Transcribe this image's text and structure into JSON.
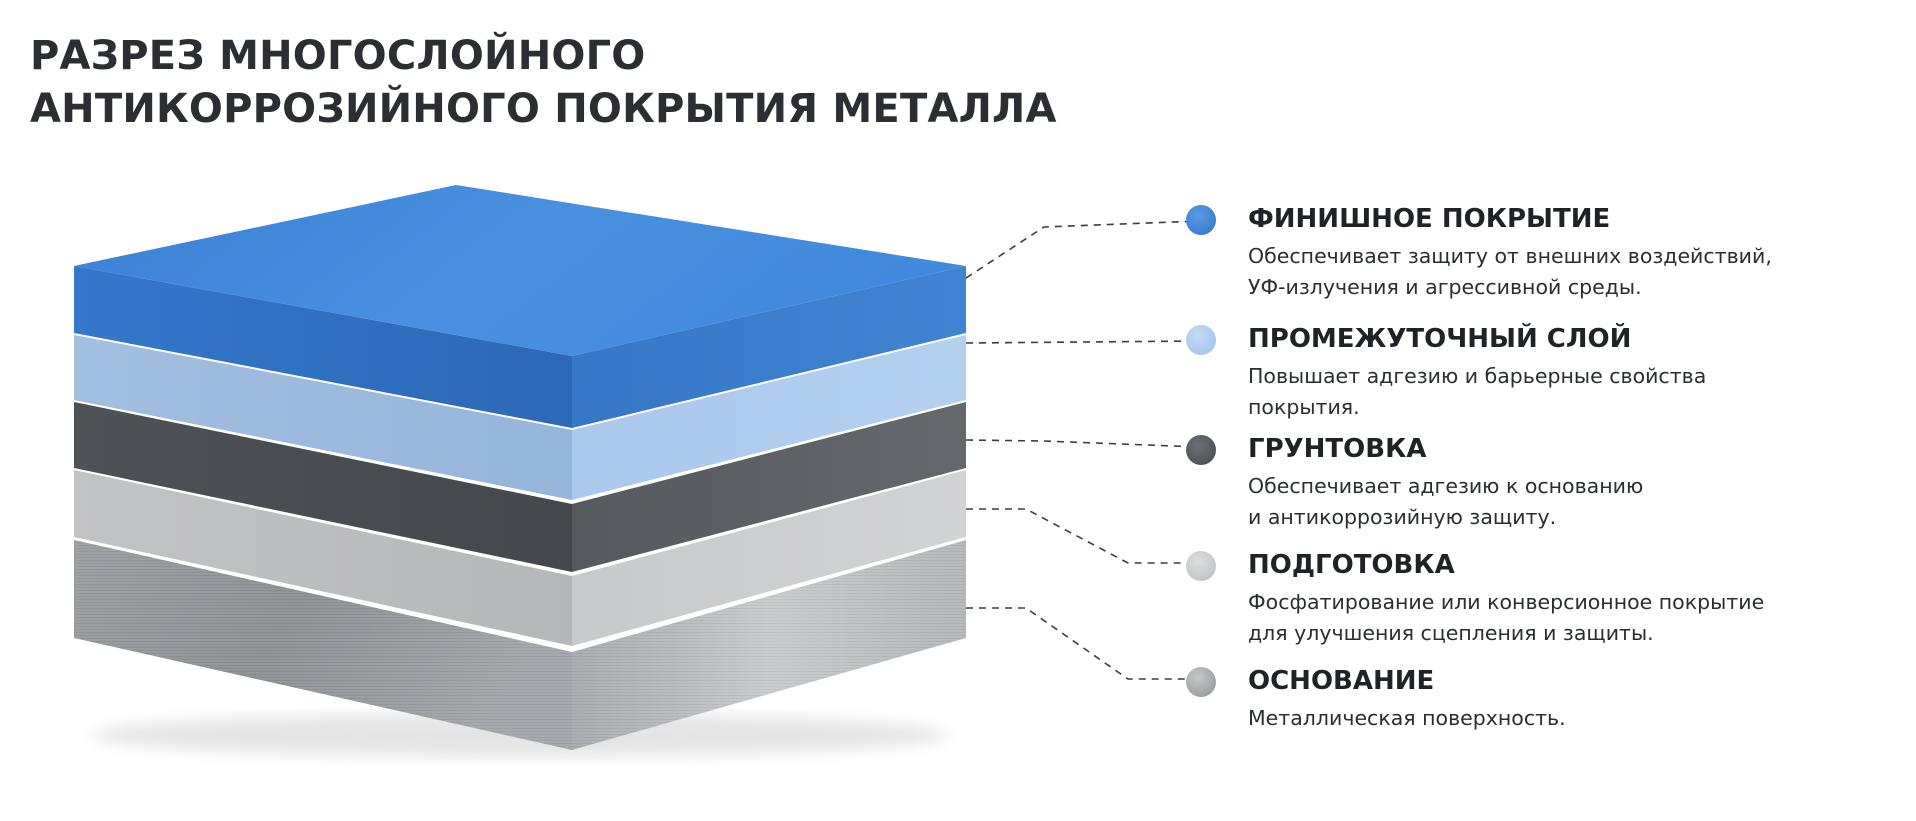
{
  "title": {
    "line1": "РАЗРЕЗ МНОГОСЛОЙНОГО",
    "line2": "АНТИКОРРОЗИЙНОГО ПОКРЫТИЯ МЕТАЛЛА"
  },
  "layers": [
    {
      "name": "ФИНИШНОЕ ПОКРЫТИЕ",
      "description_line1": "Обеспечивает защиту от внешних воздействий,",
      "description_line2": "УФ-излучения и агрессивной среды.",
      "color": "#3f86d8"
    },
    {
      "name": "ПРОМЕЖУТОЧНЫЙ СЛОЙ",
      "description_line1": "Повышает адгезию и барьерные свойства",
      "description_line2": "покрытия.",
      "color": "#a9c8ec"
    },
    {
      "name": "ГРУНТОВКА",
      "description_line1": "Обеспечивает адгезию к основанию",
      "description_line2": "и антикоррозийную защиту.",
      "color": "#55595e"
    },
    {
      "name": "ПОДГОТОВКА",
      "description_line1": "Фосфатирование или конверсионное покрытие",
      "description_line2": "для улучшения сцепления и защиты.",
      "color": "#c4c4c6"
    },
    {
      "name": "ОСНОВАНИЕ",
      "description_line1": "Металлическая поверхность.",
      "description_line2": "",
      "color": "#a0a3a7"
    }
  ]
}
